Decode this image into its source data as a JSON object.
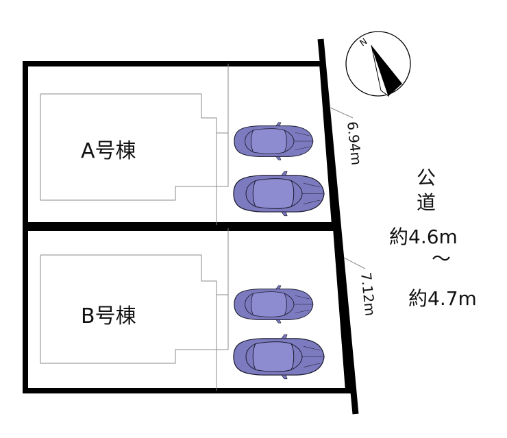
{
  "lots": [
    {
      "name": "A号棟",
      "frontage": "6.94m"
    },
    {
      "name": "B号棟",
      "frontage": "7.12m"
    }
  ],
  "road": {
    "line1": "公",
    "line2": "道",
    "line3": "約4.6m",
    "line4": "～",
    "line5": "約4.7m"
  },
  "compass": {
    "label": "N"
  },
  "colors": {
    "boundary": "#000000",
    "car_body": "#7d7bbf",
    "car_outline": "#1a1a2e",
    "outline_thin": "#888888"
  },
  "icons": [
    "compass-icon",
    "car-icon"
  ]
}
